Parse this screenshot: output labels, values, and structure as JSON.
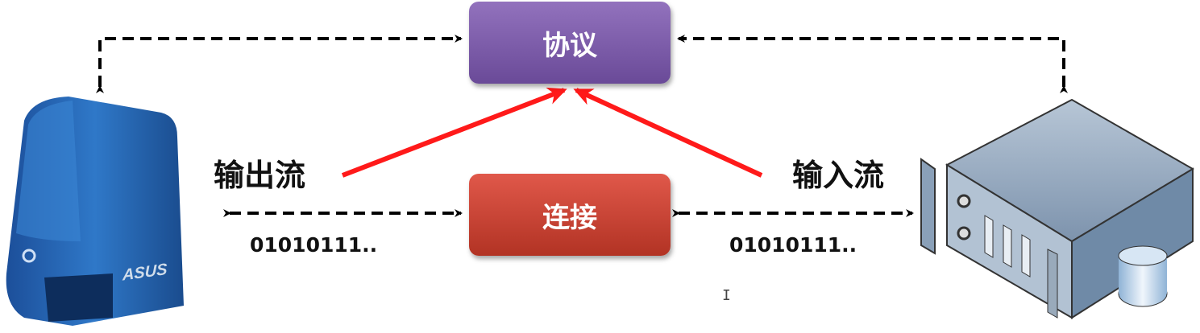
{
  "nodes": {
    "protocol": "协议",
    "connection": "连接",
    "client_brand": "ASUS"
  },
  "labels": {
    "output_stream": "输出流",
    "input_stream": "输入流",
    "output_bits": "01010111..",
    "input_bits": "01010111.."
  },
  "cursor": "I",
  "colors": {
    "protocol": "#7b5aa6",
    "connection": "#c9402f",
    "arrow_red": "#ff1a1a"
  }
}
